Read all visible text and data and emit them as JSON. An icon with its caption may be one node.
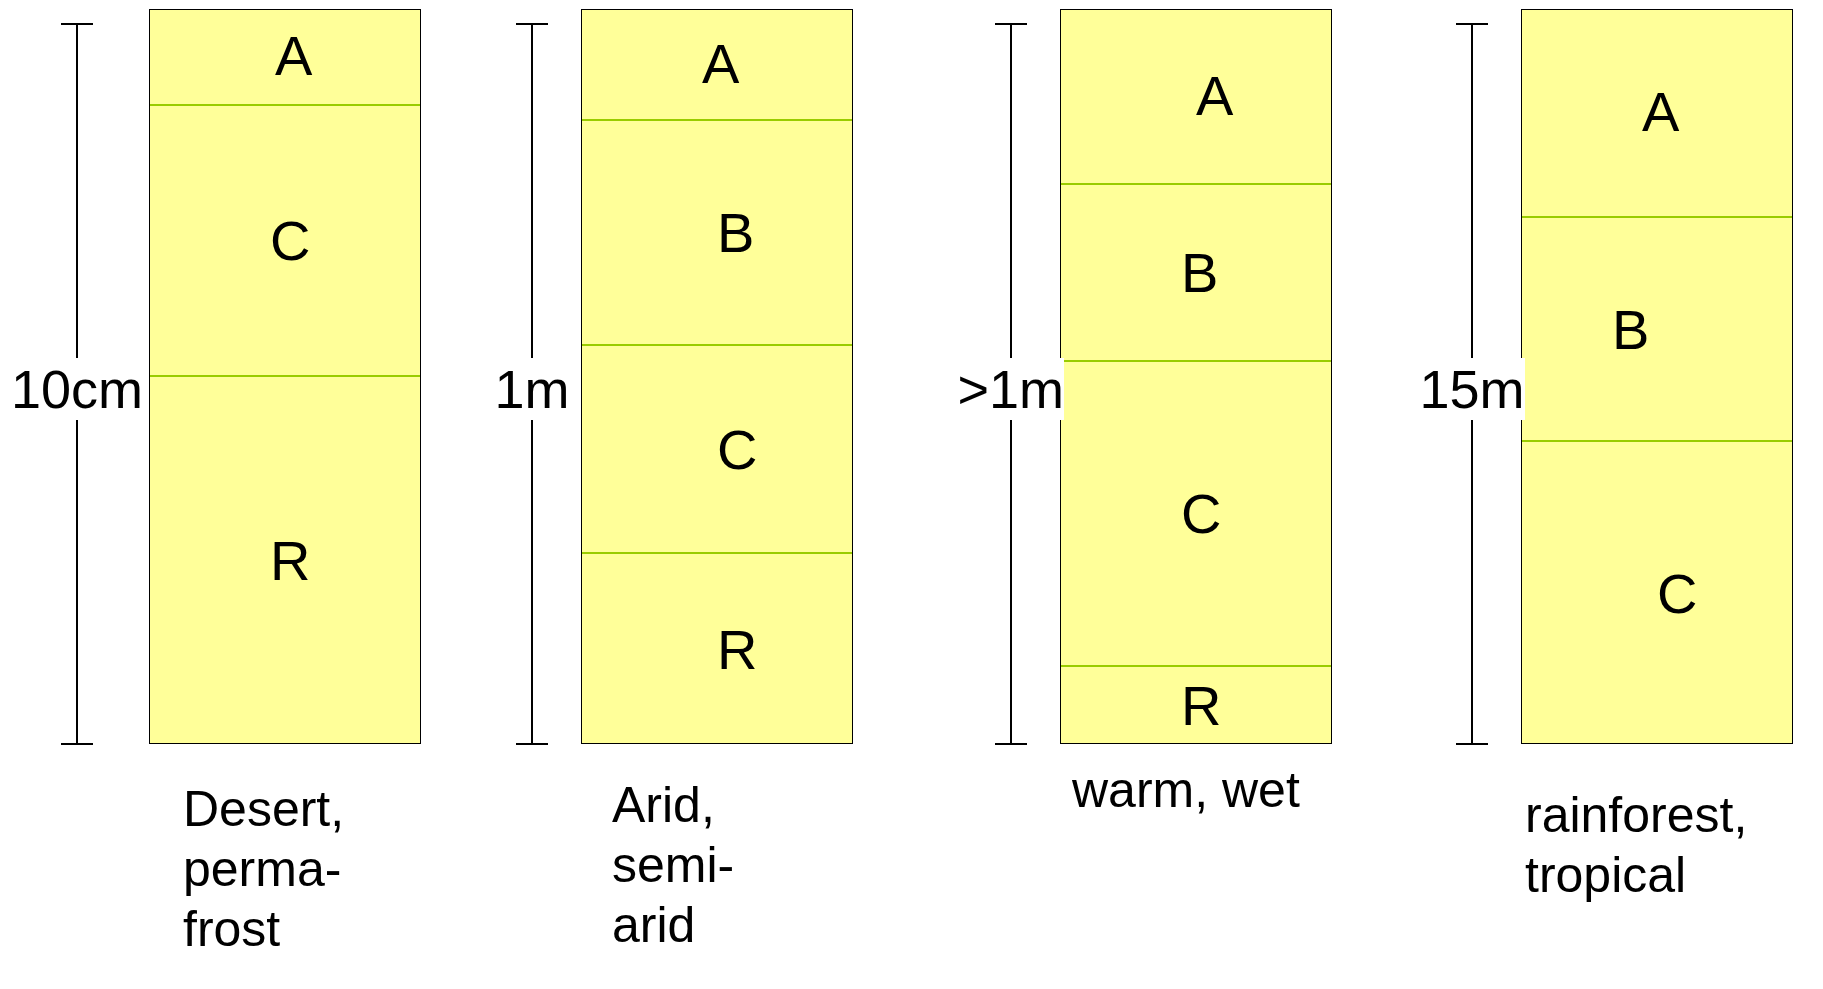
{
  "diagram": {
    "nodes": [
      {
        "text": [],
        "shape": "box",
        "beside": [
          "Desert, perma- frost"
        ]
      },
      {
        "text": [
          "A"
        ],
        "in": 0
      },
      {
        "text": [
          "C"
        ],
        "in": 0
      },
      {
        "text": [
          "R"
        ],
        "in": 0
      },
      {
        "text": [],
        "shape": "box",
        "beside": [
          "Arid, semi- arid"
        ]
      },
      {
        "text": [
          "A"
        ],
        "in": 4
      },
      {
        "text": [
          "B"
        ],
        "in": 4
      },
      {
        "text": [
          "C"
        ],
        "in": 4
      },
      {
        "text": [
          "R"
        ],
        "in": 4
      },
      {
        "text": [],
        "shape": "box",
        "beside": [
          "warm, wet"
        ]
      },
      {
        "text": [
          "A"
        ],
        "in": 9
      },
      {
        "text": [
          "B"
        ],
        "in": 9
      },
      {
        "text": [
          "C"
        ],
        "in": 9
      },
      {
        "text": [
          "R"
        ],
        "in": 9
      },
      {
        "text": [],
        "shape": "box",
        "beside": [
          "rainforest, tropical"
        ]
      },
      {
        "text": [
          "A"
        ],
        "in": 14
      },
      {
        "text": [
          "B"
        ],
        "in": 14
      },
      {
        "text": [
          "C"
        ],
        "in": 14
      }
    ],
    "labels": [
      "10cm",
      "1m",
      ">1m",
      "15m"
    ]
  }
}
